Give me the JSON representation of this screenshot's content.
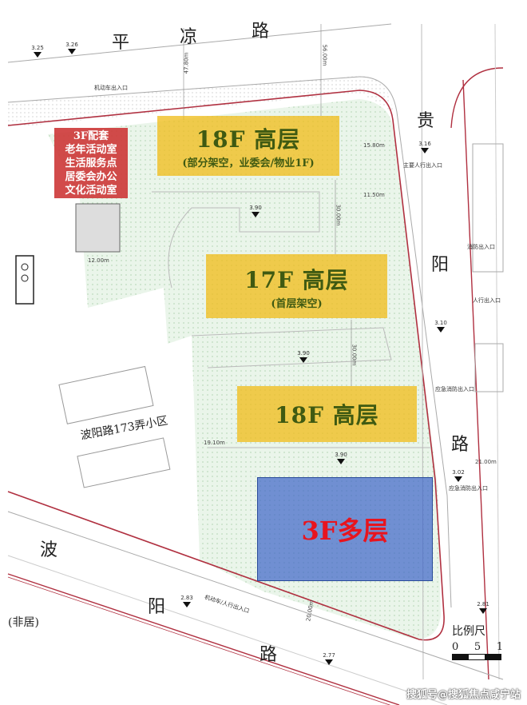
{
  "roads": {
    "north": [
      "平",
      "凉",
      "路"
    ],
    "east": [
      "贵",
      "阳",
      "路"
    ],
    "south": [
      "波",
      "阳",
      "路"
    ]
  },
  "buildings": [
    {
      "label": "18F 高层",
      "sub": "(部分架空，业委会/物业1F)",
      "color": "#f0be1e"
    },
    {
      "label": "17F 高层",
      "sub": "(首层架空)",
      "color": "#f0be1e"
    },
    {
      "label": "18F 高层",
      "sub": "",
      "color": "#f0be1e"
    },
    {
      "label": "3F多层",
      "sub": "",
      "color": "#3c64c8"
    }
  ],
  "amenity_box": {
    "lines": [
      "3F配套",
      "老年活动室",
      "生活服务点",
      "居委会办公",
      "文化活动室"
    ],
    "color": "#cd3737"
  },
  "neighbors": {
    "community": "波阳路173弄小区",
    "non_residential": "(非居)"
  },
  "entrances": {
    "vehicle_north": "机动车出入口",
    "main_pedestrian": "主要人行出入口",
    "fire": "消防出入口",
    "pedestrian": "人行出入口",
    "emergency_fire_1": "应急消防出入口",
    "emergency_fire_2": "应急消防出入口",
    "vehicle_pedestrian_south": "机动车/人行出入口"
  },
  "elevations": [
    "3.25",
    "3.26",
    "3.90",
    "3.90",
    "3.90",
    "3.16",
    "3.10",
    "3.02",
    "2.83",
    "2.77",
    "2.81"
  ],
  "dimensions": [
    "47.80m",
    "56.00m",
    "30.00m",
    "30.00m",
    "12.00m",
    "21.00m",
    "19.10m",
    "20.00m",
    "15.80m",
    "11.50m"
  ],
  "scale": {
    "title": "比例尺",
    "ticks": [
      "0",
      "5",
      "1"
    ]
  },
  "watermark": "搜狐号@搜狐焦点咸宁站"
}
